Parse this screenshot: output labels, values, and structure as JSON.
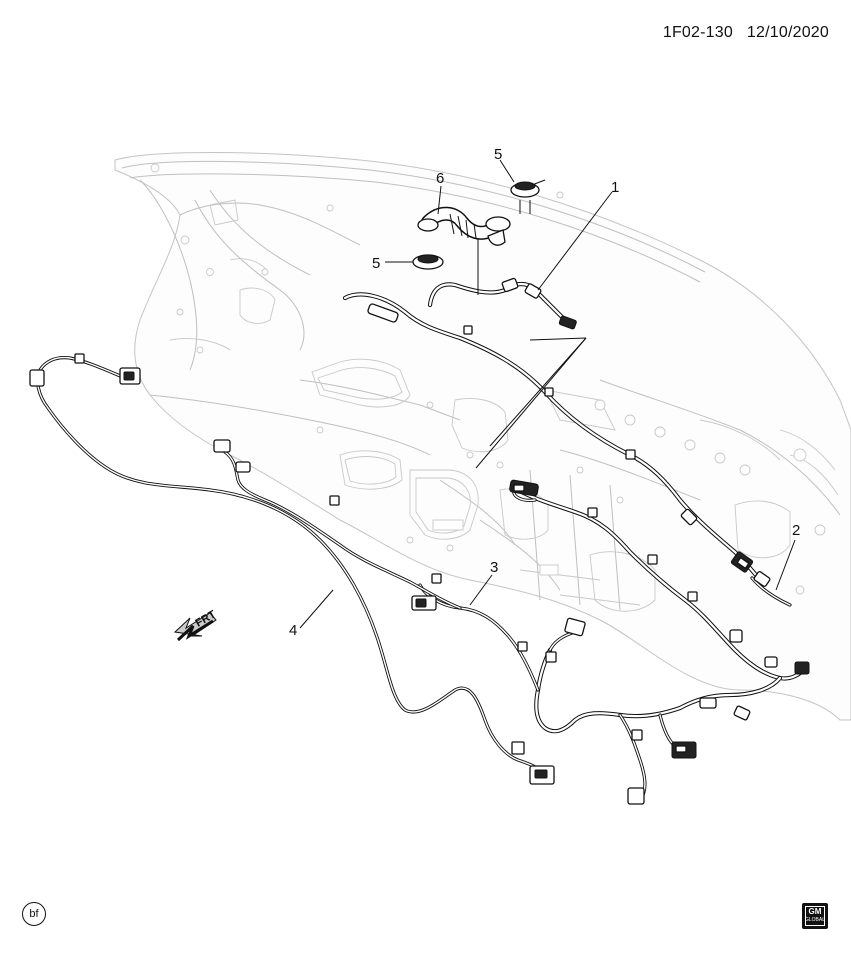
{
  "header": {
    "diagram_code": "1F02-130",
    "date": "12/10/2020"
  },
  "callouts": {
    "c1": "1",
    "c2": "2",
    "c3": "3",
    "c4": "4",
    "c5a": "5",
    "c5b": "5",
    "c6": "6"
  },
  "direction": {
    "label": "FRT"
  },
  "footer": {
    "badge": "bf",
    "brand_top": "GM",
    "brand_bottom": "GLOBAL"
  }
}
